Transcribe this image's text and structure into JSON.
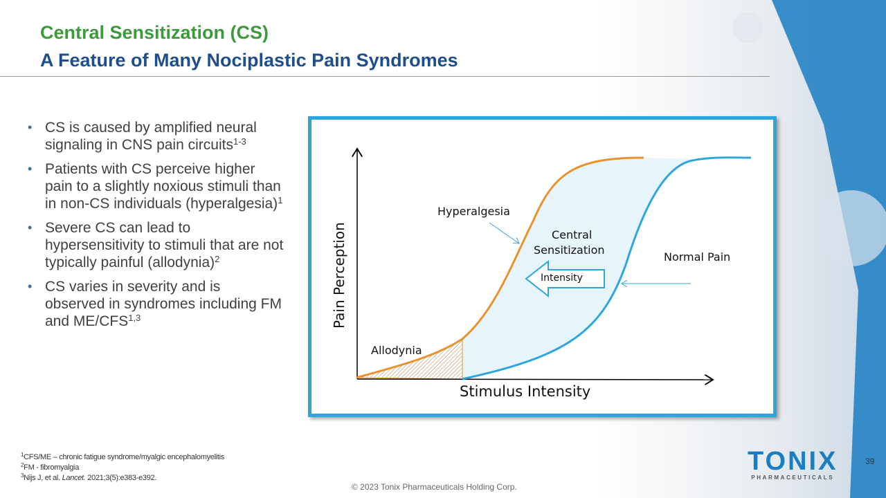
{
  "title": {
    "line1": "Central Sensitization (CS)",
    "line2": "A Feature of Many Nociplastic Pain Syndromes"
  },
  "bullets": [
    {
      "text": "CS is caused by amplified neural signaling in CNS pain circuits",
      "sup": "1-3"
    },
    {
      "text": "Patients with CS perceive higher pain to a slightly noxious stimuli than in non-CS individuals (hyperalgesia)",
      "sup": "1"
    },
    {
      "text": "Severe CS can lead to hypersensitivity to stimuli that are not typically painful (allodynia)",
      "sup": "2"
    },
    {
      "text": "CS varies in severity and is observed in syndromes including FM and ME/CFS",
      "sup": "1,3"
    }
  ],
  "diagram": {
    "y_axis": "Pain Perception",
    "x_axis": "Stimulus Intensity",
    "hyperalgesia": "Hyperalgesia",
    "central": "Central",
    "sensitization": "Sensitization",
    "normal": "Normal Pain",
    "intensity": "Intensity",
    "allodynia": "Allodynia",
    "colors": {
      "cs_curve": "#e8922e",
      "normal_curve": "#2ea6dd",
      "fill": "#e6f4fb",
      "frame": "#29a8e0"
    }
  },
  "footnotes": [
    {
      "sup": "1",
      "text": "CFS/ME – chronic fatigue syndrome/myalgic encephalomyelitis"
    },
    {
      "sup": "2",
      "text": "FM  - fibromyalgia"
    },
    {
      "sup": "3",
      "pre": "Nijs J, et al. ",
      "ital": "Lancet.",
      "post": " 2021;3(5):e383-e392."
    }
  ],
  "copyright": "© 2023 Tonix Pharmaceuticals Holding Corp.",
  "logo": {
    "name": "TONIX",
    "sub": "PHARMACEUTICALS"
  },
  "page_number": "39"
}
